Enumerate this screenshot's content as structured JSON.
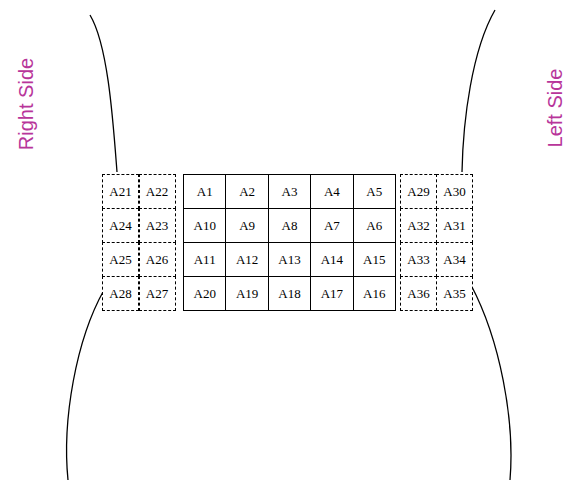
{
  "diagram": {
    "nodes": [
      {
        "text": [
          "A21"
        ]
      },
      {
        "text": [
          "A22"
        ]
      },
      {
        "text": [
          "A1"
        ]
      },
      {
        "text": [
          "A2"
        ]
      },
      {
        "text": [
          "A3"
        ]
      },
      {
        "text": [
          "A4"
        ]
      },
      {
        "text": [
          "A5"
        ]
      },
      {
        "text": [
          "A29"
        ]
      },
      {
        "text": [
          "A30"
        ]
      },
      {
        "text": [
          "A24"
        ]
      },
      {
        "text": [
          "A23"
        ]
      },
      {
        "text": [
          "A10"
        ]
      },
      {
        "text": [
          "A9"
        ]
      },
      {
        "text": [
          "A8"
        ]
      },
      {
        "text": [
          "A7"
        ]
      },
      {
        "text": [
          "A6"
        ]
      },
      {
        "text": [
          "A32"
        ]
      },
      {
        "text": [
          "A31"
        ]
      },
      {
        "text": [
          "A25"
        ]
      },
      {
        "text": [
          "A26"
        ]
      },
      {
        "text": [
          "A11"
        ]
      },
      {
        "text": [
          "A12"
        ]
      },
      {
        "text": [
          "A13"
        ]
      },
      {
        "text": [
          "A14"
        ]
      },
      {
        "text": [
          "A15"
        ]
      },
      {
        "text": [
          "A33"
        ]
      },
      {
        "text": [
          "A34"
        ]
      },
      {
        "text": [
          "A28"
        ]
      },
      {
        "text": [
          "A27"
        ]
      },
      {
        "text": [
          "A20"
        ]
      },
      {
        "text": [
          "A19"
        ]
      },
      {
        "text": [
          "A18"
        ]
      },
      {
        "text": [
          "A17"
        ]
      },
      {
        "text": [
          "A16"
        ]
      },
      {
        "text": [
          "A36"
        ]
      },
      {
        "text": [
          "A35"
        ]
      }
    ],
    "labels": [
      "Right Side",
      "Left Side"
    ]
  }
}
